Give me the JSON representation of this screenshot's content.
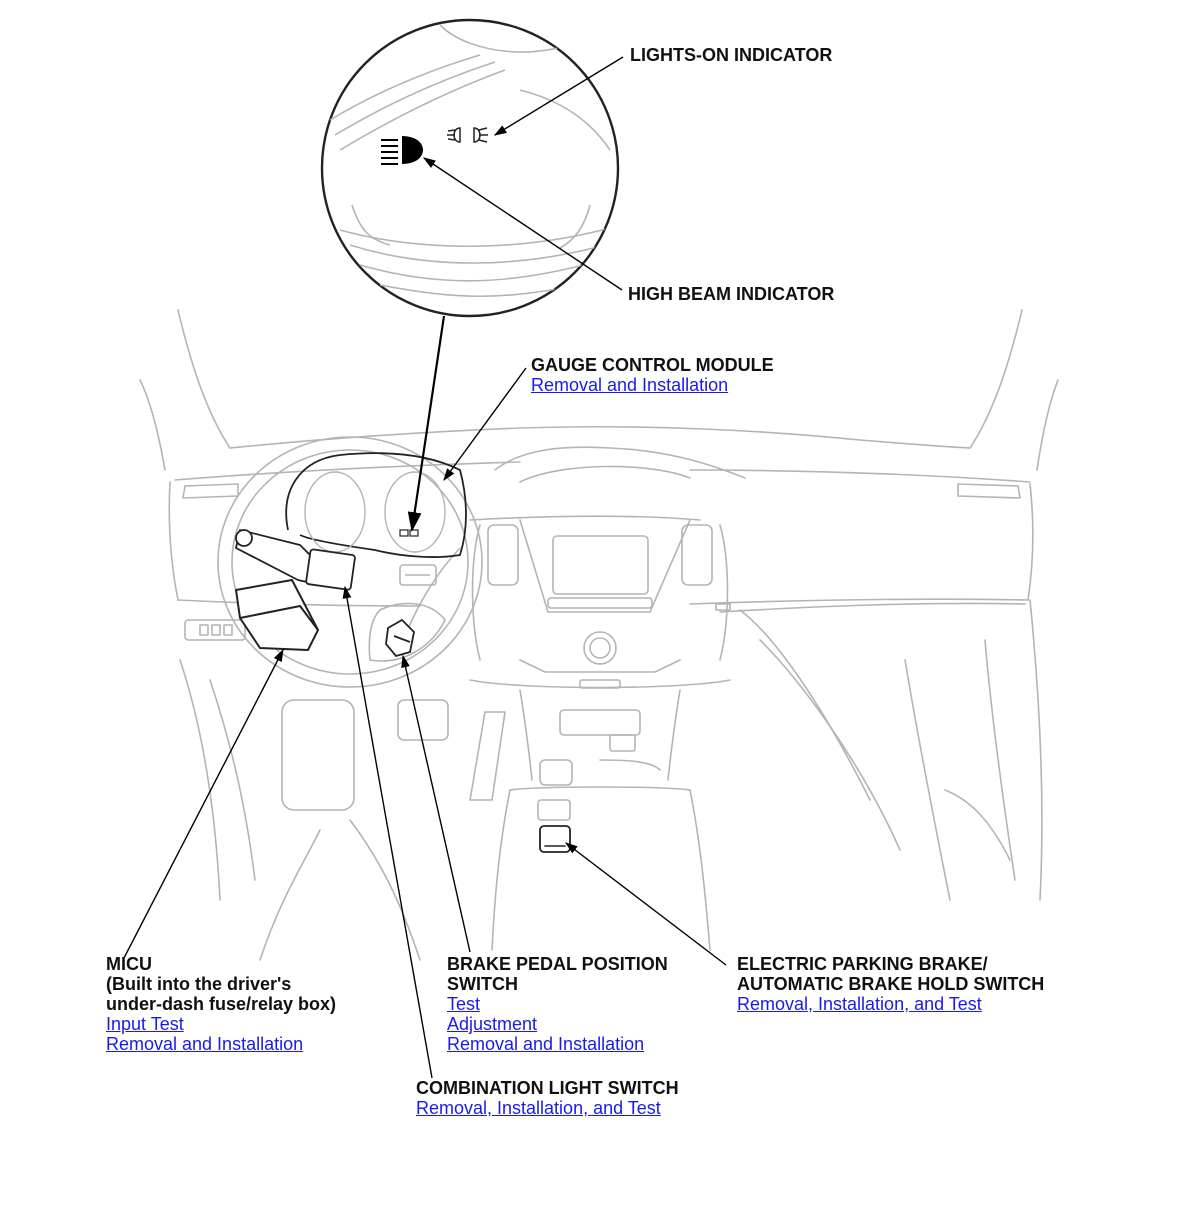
{
  "colors": {
    "background": "#ffffff",
    "leader": "#000000",
    "outline": "#b4b4b4",
    "link": "#1a1aee",
    "text": "#111111"
  },
  "icons": {
    "lights_on": "lights-on-indicator-icon",
    "high_beam": "high-beam-indicator-icon"
  },
  "callouts": {
    "lights_on": {
      "title": "LIGHTS-ON INDICATOR"
    },
    "high_beam": {
      "title": "HIGH BEAM INDICATOR"
    },
    "gauge": {
      "title": "GAUGE CONTROL MODULE",
      "links": [
        "Removal and Installation"
      ]
    },
    "micu": {
      "title_lines": [
        "MICU",
        "(Built into the driver's",
        "under-dash fuse/relay box)"
      ],
      "links": [
        "Input Test",
        "Removal and Installation"
      ]
    },
    "brake_pedal": {
      "title_lines": [
        "BRAKE PEDAL POSITION",
        "SWITCH"
      ],
      "links": [
        "Test",
        "Adjustment",
        "Removal and Installation"
      ]
    },
    "parking_brake": {
      "title_lines": [
        "ELECTRIC PARKING BRAKE/",
        "AUTOMATIC BRAKE HOLD SWITCH"
      ],
      "links": [
        "Removal, Installation, and Test"
      ]
    },
    "combination": {
      "title": "COMBINATION LIGHT SWITCH",
      "links": [
        "Removal, Installation, and Test"
      ]
    }
  }
}
